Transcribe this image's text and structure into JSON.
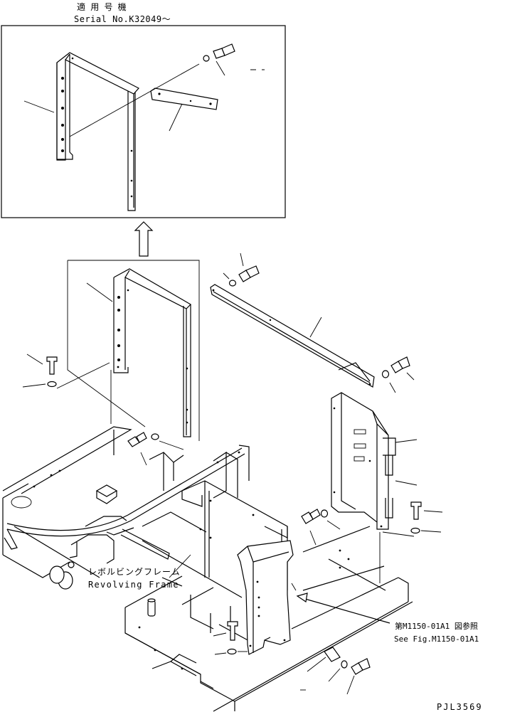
{
  "applicability": {
    "heading_jp": "適 用 号 機",
    "serial": "Serial No.K32049～"
  },
  "labels": {
    "revolving_frame_jp": "レボルビングフレーム",
    "revolving_frame_en": "Revolving Frame",
    "see_fig_jp": "第M1150-01A1 図参照",
    "see_fig_en": "See Fig.M1150-01A1"
  },
  "drawing_number": "PJL3569"
}
